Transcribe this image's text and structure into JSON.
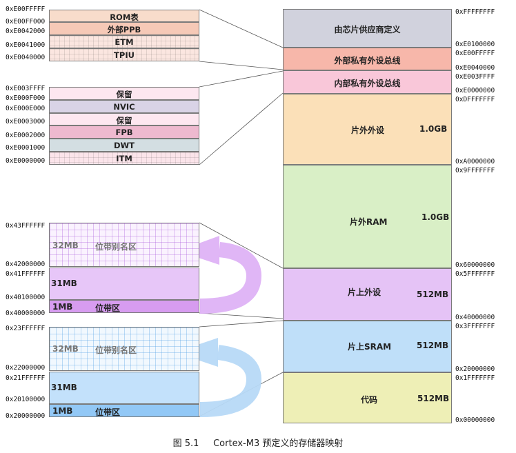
{
  "ppb_regions": [
    {
      "name": "ROM表",
      "color": "#f8dccb"
    },
    {
      "name": "外部PPB",
      "color": "#f6c9b7"
    },
    {
      "name": "ETM",
      "color": "#fbe6e0"
    },
    {
      "name": "TPIU",
      "color": "#fbe6e0"
    }
  ],
  "ppb_addresses": [
    "0xE00FFFFF",
    "0xE00FF000",
    "0xE0042000",
    "0xE0041000",
    "0xE0040000"
  ],
  "internal_ppb_regions": [
    {
      "name": "保留",
      "color": "#fde7f0"
    },
    {
      "name": "NVIC",
      "color": "#d9d3e6"
    },
    {
      "name": "保留",
      "color": "#fde7f0"
    },
    {
      "name": "FPB",
      "color": "#eeb9cf"
    },
    {
      "name": "DWT",
      "color": "#d3dee2"
    },
    {
      "name": "ITM",
      "color": "#fbe4ea"
    }
  ],
  "internal_ppb_addresses": [
    "0xE003FFFF",
    "0xE000F000",
    "0xE000E000",
    "0xE0003000",
    "0xE0002000",
    "0xE0001000",
    "0xE0000000"
  ],
  "peripheral_bitband": {
    "alias_label_size": "32MB",
    "alias_label": "位带别名区",
    "mid_size": "31MB",
    "region_size": "1MB",
    "region_label": "位带区",
    "addresses": [
      "0x43FFFFFF",
      "0x42000000",
      "0x41FFFFFF",
      "0x40100000",
      "0x40000000"
    ]
  },
  "sram_bitband": {
    "alias_label_size": "32MB",
    "alias_label": "位带别名区",
    "mid_size": "31MB",
    "region_size": "1MB",
    "region_label": "位带区",
    "addresses": [
      "0x23FFFFFF",
      "0x22000000",
      "0x21FFFFFF",
      "0x20100000",
      "0x20000000"
    ]
  },
  "memory_map": [
    {
      "name": "由芯片供应商定义",
      "size": "",
      "color": "#d1d2dd",
      "top": "0xFFFFFFFF"
    },
    {
      "name": "外部私有外设总线",
      "size": "",
      "color": "#f7b7aa",
      "top": "0xE00FFFFF",
      "bottom_extra": "0xE0100000"
    },
    {
      "name": "内部私有外设总线",
      "size": "",
      "color": "#f9c7d9",
      "top": "0xE003FFFF",
      "bottom_extra": "0xE0040000"
    },
    {
      "name": "片外外设",
      "size": "1.0GB",
      "color": "#fbe0b8",
      "top": "0xDFFFFFFF",
      "bottom_extra": "0xE0000000"
    },
    {
      "name": "片外RAM",
      "size": "1.0GB",
      "color": "#d9efc6",
      "top": "0x9FFFFFFF",
      "bottom_extra": "0xA0000000"
    },
    {
      "name": "片上外设",
      "size": "512MB",
      "color": "#e5c3f6",
      "top": "0x5FFFFFFF",
      "bottom_extra": "0x60000000"
    },
    {
      "name": "片上SRAM",
      "size": "512MB",
      "color": "#bfdff9",
      "top": "0x3FFFFFFF",
      "bottom_extra": "0x40000000"
    },
    {
      "name": "代码",
      "size": "512MB",
      "color": "#eeefb6",
      "top": "0x1FFFFFFF",
      "bottom_extra": "0x20000000"
    }
  ],
  "memory_map_bottom": "0x00000000",
  "caption": "图 5.1     Cortex-M3 预定义的存储器映射"
}
